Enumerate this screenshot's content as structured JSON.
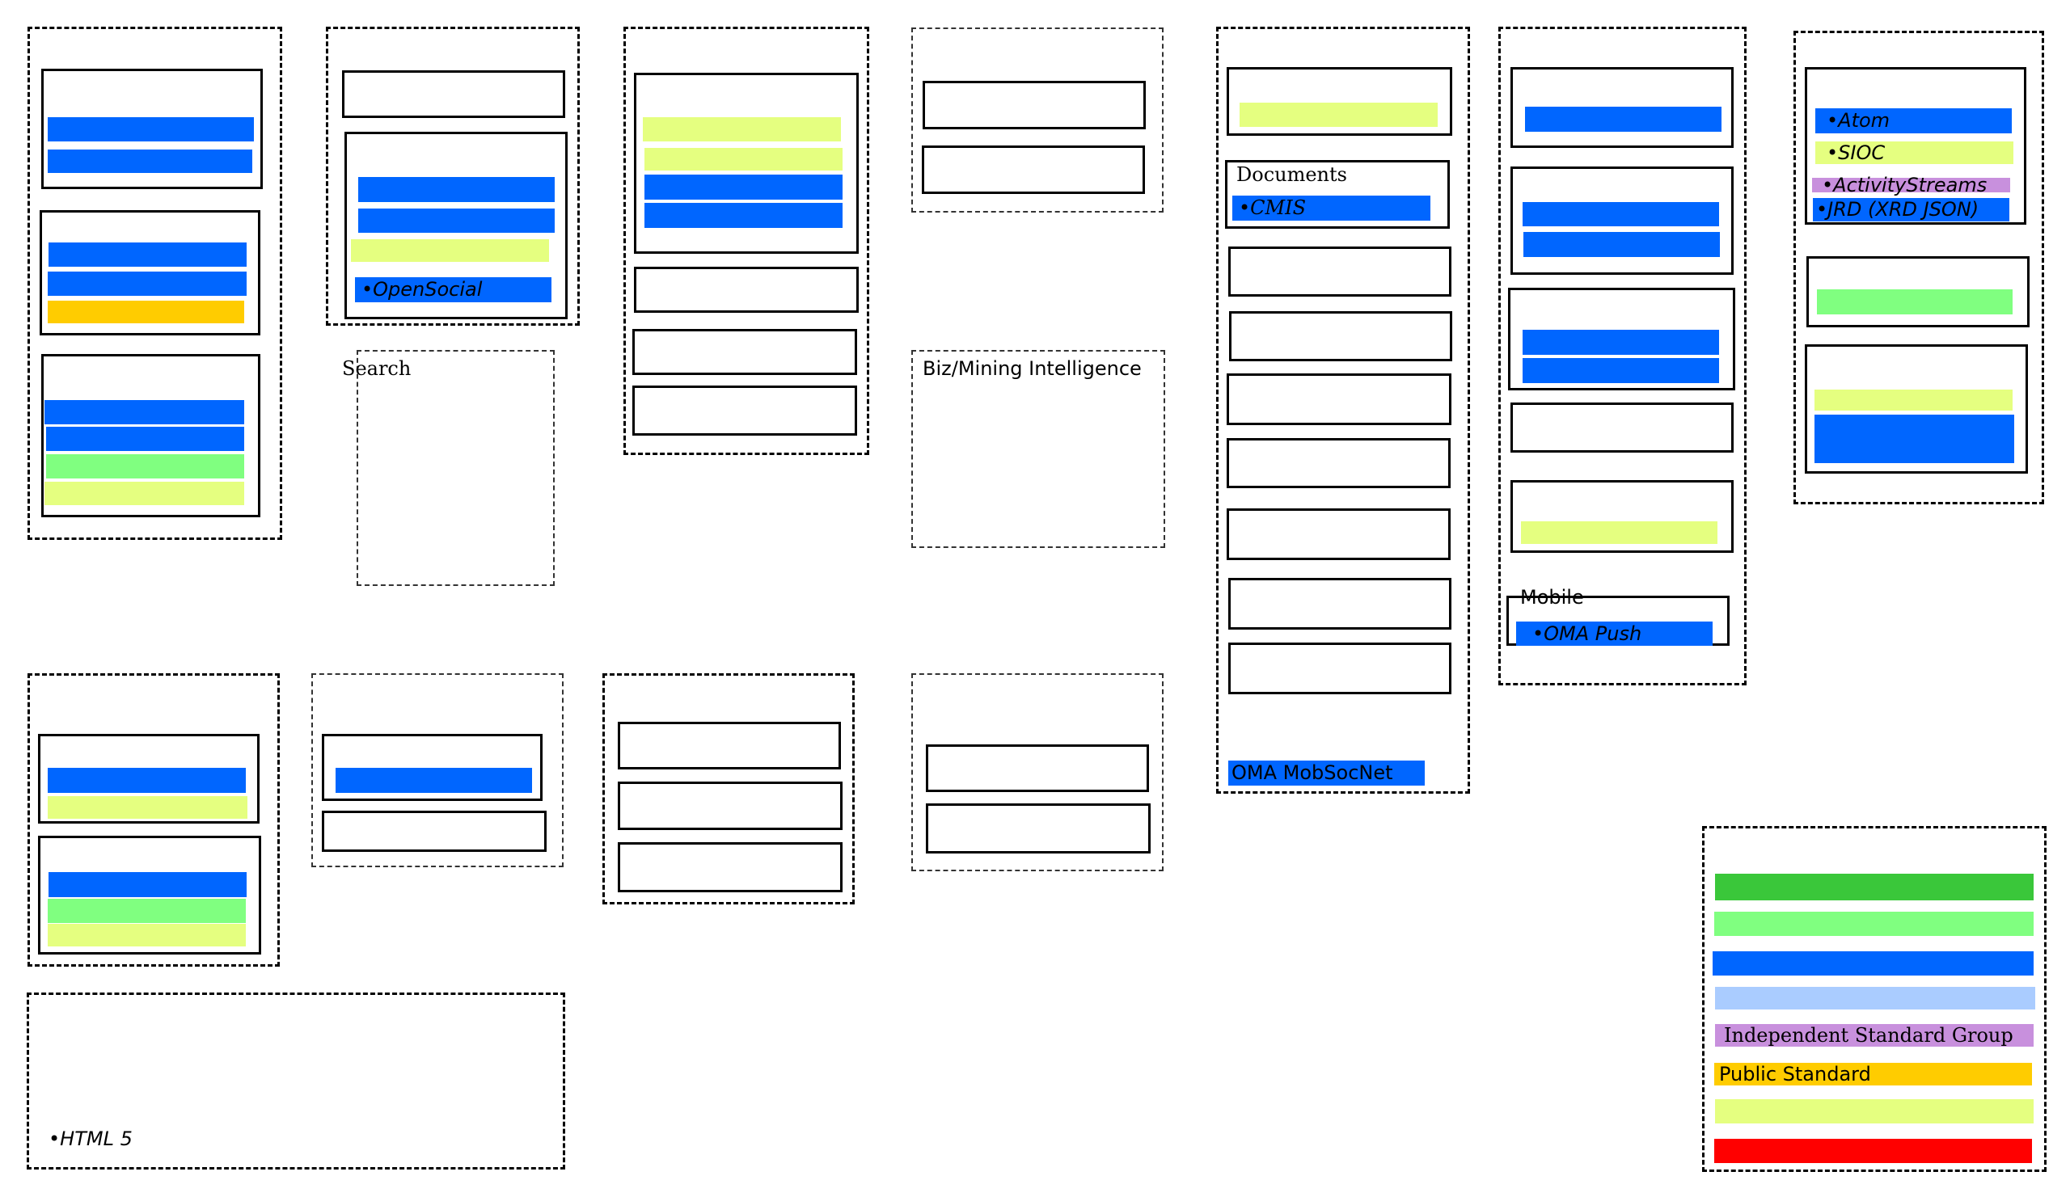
{
  "labels": {
    "search": "Search",
    "biz_mining": "Biz/Mining Intelligence",
    "documents": "Documents",
    "mobile": "Mobile"
  },
  "standards": {
    "opensocial": "•OpenSocial",
    "cmis": "•CMIS",
    "oma_mobsocnet": "OMA MobSocNet",
    "oma_push": "•OMA Push",
    "atom": "•Atom",
    "sioc": "•SIOC",
    "activitystreams": "•ActivityStreams",
    "jrd": "•JRD (XRD JSON)",
    "html5": "•HTML 5"
  },
  "legend": {
    "items": [
      {
        "label": "",
        "color": "#3ac73a"
      },
      {
        "label": "",
        "color": "#80ff80"
      },
      {
        "label": "",
        "color": "#0066ff"
      },
      {
        "label": "",
        "color": "#aaccff"
      },
      {
        "label": "Independent Standard Group",
        "color": "#c890dd"
      },
      {
        "label": "Public Standard",
        "color": "#ffcc00"
      },
      {
        "label": "",
        "color": "#e5ff80"
      },
      {
        "label": "",
        "color": "#ff0000"
      }
    ]
  }
}
